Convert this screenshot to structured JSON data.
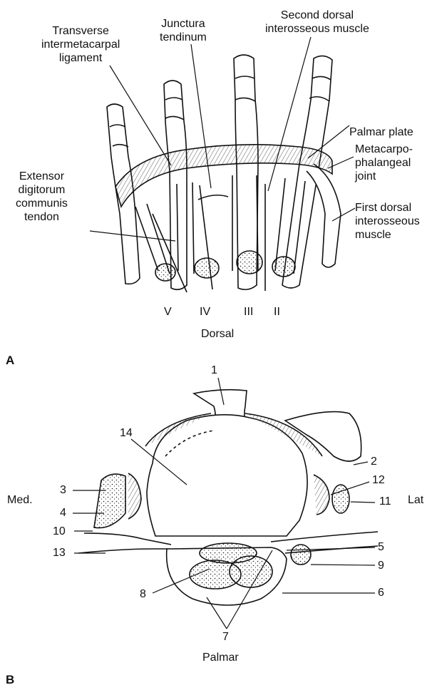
{
  "panel_a": {
    "letter": "A",
    "view": "Dorsal",
    "labels": {
      "transverse": "Transverse\nintermetacarpal\nligament",
      "junctura": "Junctura\ntendinum",
      "second_dorsal": "Second dorsal\ninterosseous muscle",
      "palmar_plate": "Palmar plate",
      "mcp_joint": "Metacarpo-\nphalangeal\njoint",
      "first_dorsal": "First dorsal\ninterosseous\nmuscle",
      "extensor": "Extensor\ndigitorum\ncommunis\ntendon"
    },
    "digits": [
      "V",
      "IV",
      "III",
      "II"
    ]
  },
  "panel_b": {
    "letter": "B",
    "view": "Palmar",
    "side_left": "Med.",
    "side_right": "Lat",
    "numbers": [
      "1",
      "2",
      "3",
      "4",
      "5",
      "6",
      "7",
      "8",
      "9",
      "10",
      "11",
      "12",
      "13",
      "14"
    ]
  }
}
